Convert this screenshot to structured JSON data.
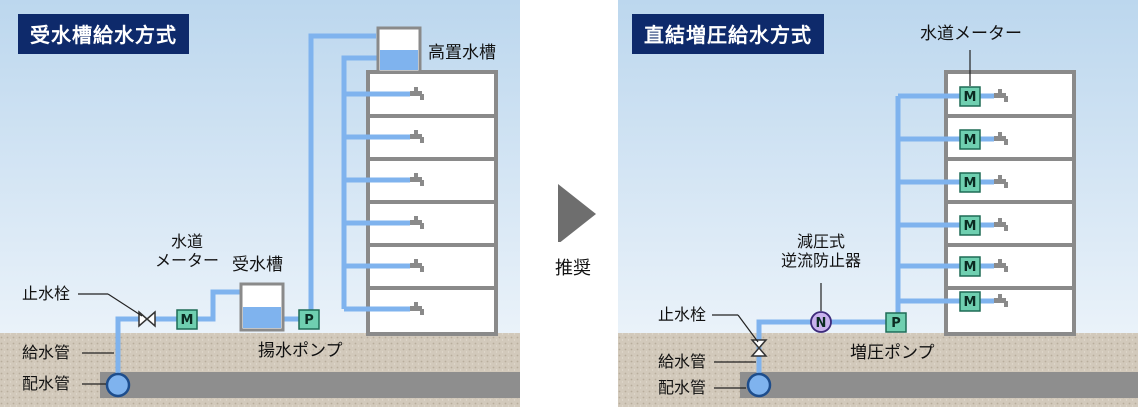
{
  "left": {
    "title": "受水槽給水方式",
    "labels": {
      "high_tank": "高置水槽",
      "meter_line1": "水道",
      "meter_line2": "メーター",
      "receiving_tank": "受水槽",
      "stop_valve": "止水栓",
      "supply_pipe": "給水管",
      "distribution_pipe": "配水管",
      "pump": "揚水ポンプ"
    },
    "meter_mark": "M",
    "pump_mark": "P"
  },
  "center": {
    "recommend": "推奨"
  },
  "right": {
    "title": "直結増圧給水方式",
    "labels": {
      "meter": "水道メーター",
      "backflow_line1": "減圧式",
      "backflow_line2": "逆流防止器",
      "stop_valve": "止水栓",
      "supply_pipe": "給水管",
      "distribution_pipe": "配水管",
      "pump": "増圧ポンプ"
    },
    "meter_mark": "M",
    "pump_mark": "P",
    "backflow_mark": "N"
  },
  "colors": {
    "sky_top": "#bcd7ee",
    "sky_bottom": "#f4f8fc",
    "ground": "#cfc6b8",
    "main_pipe": "#8e8e8e",
    "water_pipe": "#7fb3ee",
    "title_bg": "#0e2a6b",
    "meter": "#6fcfb0",
    "backflow": "#c9b2ee",
    "building_stroke": "#8a8a8a",
    "arrow": "#6e6e6e"
  }
}
